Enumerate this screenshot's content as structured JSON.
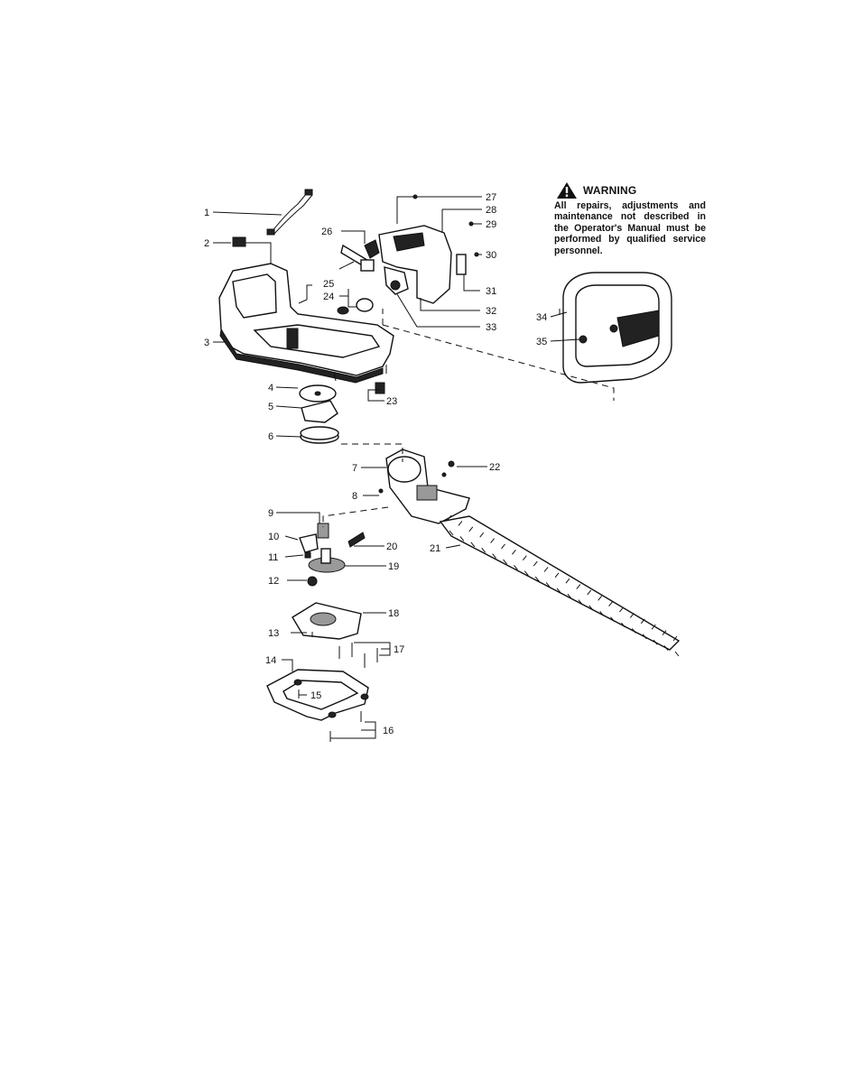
{
  "warning": {
    "icon": "warning-triangle-icon",
    "title": "WARNING",
    "text": "All repairs, adjustments and maintenance not described in the Operator's Manual must be performed by qualified service personnel."
  },
  "callouts": [
    "1",
    "2",
    "3",
    "4",
    "5",
    "6",
    "7",
    "8",
    "9",
    "10",
    "11",
    "12",
    "13",
    "14",
    "15",
    "16",
    "17",
    "18",
    "19",
    "20",
    "21",
    "22",
    "23",
    "24",
    "25",
    "26",
    "27",
    "28",
    "29",
    "30",
    "31",
    "32",
    "33",
    "34",
    "35"
  ]
}
